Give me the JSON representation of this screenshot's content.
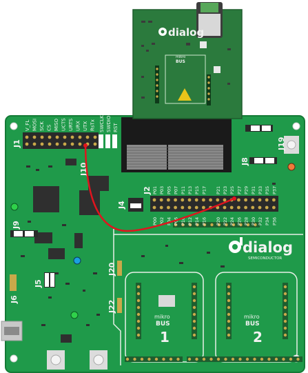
{
  "board": {
    "brand": "dialog",
    "brand_sub": "SEMICONDUCTOR",
    "connectors": {
      "j1": "J1",
      "j2": "J2",
      "j4": "J4",
      "j5": "J5",
      "j6": "J6",
      "j8": "J8",
      "j9": "J9",
      "j10": "J10",
      "j19": "J19",
      "j20": "J20",
      "j22": "J22"
    },
    "j1_pins": [
      "V_FL",
      "MOSI",
      "SCK",
      "CS",
      "MISO",
      "UCTS",
      "URTS",
      "URX",
      "UTX",
      "RsTx"
    ],
    "swd_pins": [
      "SWCLK",
      "SWDIO",
      "RST"
    ],
    "p_top": [
      "P01",
      "P03",
      "P05",
      "P07",
      "P11",
      "P13",
      "P15",
      "P17",
      "",
      "P21",
      "P23",
      "P25",
      "P27",
      "P29",
      "P31",
      "P33",
      "P35",
      "P37"
    ],
    "p_bot": [
      "P00",
      "P02",
      "P04",
      "P06",
      "P10",
      "P12",
      "P14",
      "P16",
      "",
      "P20",
      "P22",
      "P24",
      "P26",
      "P28",
      "P30",
      "P32",
      "P34",
      "P36"
    ],
    "mikrobus": {
      "slot1_brand": "mikro",
      "slot1_bus": "BUS",
      "slot1_number": "1",
      "slot2_brand": "mikro",
      "slot2_bus": "BUS",
      "slot2_number": "2"
    }
  },
  "daughterboard": {
    "brand": "dialog",
    "mikro_label": "mikro",
    "bus_label": "BUS"
  },
  "colors": {
    "pcb_green": "#1f9a4a",
    "pcb_dark": "#157a37",
    "daughter_green": "#2b7a3d",
    "wire_red": "#e0141e",
    "header_black": "#2a2a2a",
    "led_green": "#2fd14a",
    "led_blue": "#1aa0e0",
    "led_orange": "#f07b3a"
  }
}
